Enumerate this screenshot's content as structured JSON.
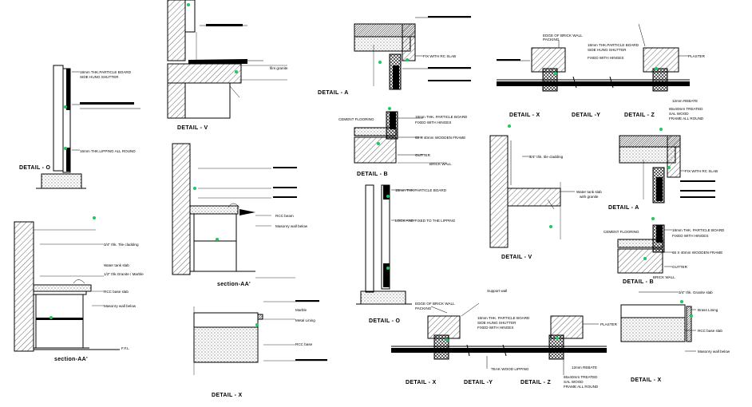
{
  "colors": {
    "ink": "#000000",
    "marker": "#22c55e",
    "paper": "#ffffff"
  },
  "captions": {
    "detail_o_left": "DETAIL - O",
    "detail_v_top": "DETAIL - V",
    "section_aa_left": "section-AA'",
    "section_aa_mid": "section-AA'",
    "detail_x_mid": "DETAIL - X",
    "detail_a_center": "DETAIL - A",
    "detail_b_center": "DETAIL - B",
    "detail_o_center": "DETAIL - O",
    "detail_x_bottom": "DETAIL - X",
    "detail_y_bottom": "DETAIL -Y",
    "detail_z_bottom": "DETAIL - Z",
    "detail_x_top": "DETAIL - X",
    "detail_y_top": "DETAIL -Y",
    "detail_z_top": "DETAIL - Z",
    "detail_v_right": "DETAIL - V",
    "detail_a_right": "DETAIL - A",
    "detail_b_right": "DETAIL - B",
    "detail_x_right": "DETAIL - X"
  },
  "labels": {
    "particle_board_left": "18mm THK.PARTICLE BOARD",
    "particle_board_left_2": "SIDE HUNG SHUTTER",
    "lipping_left": "16mm THK.LIPPING ALL ROUND",
    "film_granite": "film granite",
    "counter_a": "FIX WITH RC SLAB",
    "cement_flooring_c": "CEMENT FLOORING",
    "particle_fixed_c": "18mm THK. PARTICLE BOARD",
    "fixed_hinges_c": "FIXED WITH HINGES",
    "wooden_frame_c": "65 X 40mm WOODEN FRAME",
    "gutter_c": "GUTTER",
    "brick_wall_c": "BRICK WALL",
    "particle_board_o": "18mm THK.PARTICLE BOARD",
    "lock_fixed_o": "LOCK AND FIXED TO THE LIPPING",
    "rcc_beam": "RCC beam",
    "masonry_wall": "Masonry wall below",
    "tile_cladding": "3/4\" thk. Tile cladding",
    "water_tank_slab": "Water tank slab",
    "granite_marble": "1/2\" thk.Granite / Marble",
    "rcc_base_slab": "RCC base slab",
    "masonry_wall_below": "Masonry wall below",
    "ffl": "F.F.L",
    "marble": "Marble",
    "metal_lining": "Metal Lining",
    "rcc_base": "RCC base",
    "edge_brick": "EDGE OF BRICK WALL",
    "edge_brick_2": "PACKING",
    "support_wall": "Support wall",
    "particle_shutter": "18mm THK. PARTICLE BOARD",
    "particle_shutter_2": "SIDE HUNG SHUTTER",
    "fixed_hinges": "FIXED WITH HINGES",
    "plaster": "PLASTER",
    "teak_wood": "TEAK WOOD LIPPING",
    "rebate": "12mm REBATE",
    "frame_treated": "65x40mm TREATED",
    "frame_treated_2": "SAL WOOD",
    "frame_treated_3": "FRAME ALL ROUND",
    "edge_wall_top": "EDGE OF BRICK WALL",
    "edge_wall_top_2": "PACKING",
    "particle_top": "18mm THK.PARTICLE BOARD",
    "particle_top_2": "SIDE HUNG SHUTTER",
    "particle_top_3": "FIXED WITH HINGES",
    "plaster_top": "PLASTER",
    "rebate_top": "12mm REBATE",
    "frame_top": "65x40mm TREATED",
    "frame_top_2": "SAL WOOD",
    "frame_top_3": "FRAME ALL ROUND",
    "tile_cladding_v": "3/4\" thk. tile cladding",
    "water_tank_v": "Water tank slab",
    "water_tank_v_2": "with granite",
    "fix_rc_slab_r": "FIX WITH RC SLAB",
    "cement_flooring_r": "CEMENT FLOORING",
    "particle_r": "18mm THK. PARTICLE BOARD",
    "hinges_r": "FIXED WITH HINGES",
    "frame_r": "65 X 40mm WOODEN FRAME",
    "gutter_r": "GUTTER",
    "brick_r": "BRICK WALL",
    "granite_r": "3/4\" thk. Granite slab",
    "brass_lining": "Brass Lining",
    "rcc_base_r": "RCC base slab",
    "masonry_r": "Masonry wall below"
  }
}
